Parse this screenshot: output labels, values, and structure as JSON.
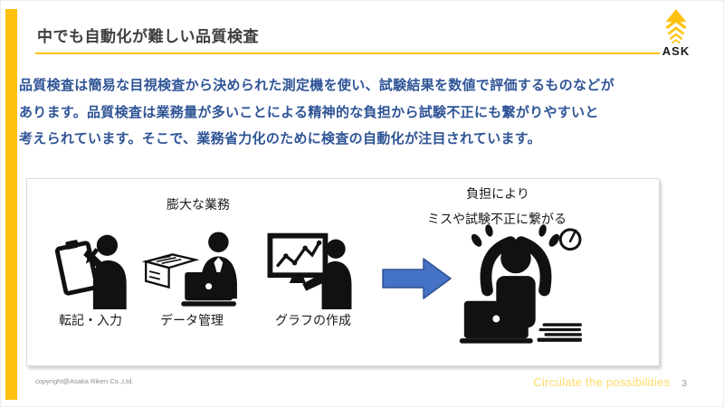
{
  "slide": {
    "title": "中でも自動化が難しい品質検査",
    "logo": {
      "text": "ASK",
      "icon": "yellow-arrow-tree-icon"
    },
    "body_lines": [
      "品質検査は簡易な目視検査から決められた測定機を使い、試験結果を数値で評価するものなどが",
      "あります。品質検査は業務量が多いことによる精神的な負担から試験不正にも繋がりやすいと",
      "考えられています。そこで、業務省力化のために検査の自動化が注目されています。"
    ],
    "diagram": {
      "group_label": "膨大な業務",
      "tasks": [
        {
          "label": "転記・入力",
          "icon": "clipboard-writer-icon"
        },
        {
          "label": "データ管理",
          "icon": "laptop-papers-icon"
        },
        {
          "label": "グラフの作成",
          "icon": "chart-presenter-icon"
        }
      ],
      "arrow_icon": "right-block-arrow-icon",
      "result": {
        "caption_line1": "負担により",
        "caption_line2": "ミスや試験不正に繋がる",
        "icon": "stressed-worker-icon"
      }
    },
    "footer": {
      "copyright": "copyright@Asaka Riken Co.,Ltd.",
      "tagline": "Circulate the possibilities",
      "page_number": "3"
    },
    "colors": {
      "accent_yellow": "#FFC110",
      "body_blue": "#2F5496",
      "arrow_blue": "#4472C4",
      "arrow_border": "#2F528F",
      "tagline_yellow": "#FFD966",
      "title_gray": "#3F3F3F"
    }
  }
}
